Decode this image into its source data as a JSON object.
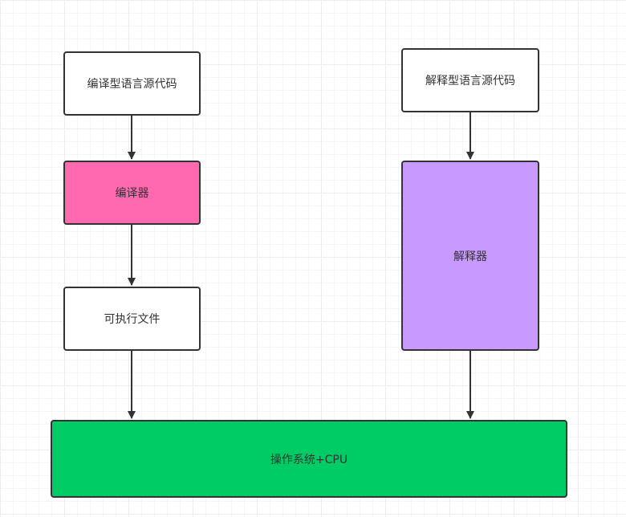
{
  "nodes": {
    "compiled_source": {
      "label": "编译型语言源代码",
      "fill": "#ffffff"
    },
    "compiler": {
      "label": "编译器",
      "fill": "#ff69b0"
    },
    "executable": {
      "label": "可执行文件",
      "fill": "#ffffff"
    },
    "interpreted_source": {
      "label": "解释型语言源代码",
      "fill": "#ffffff"
    },
    "interpreter": {
      "label": "解释器",
      "fill": "#c899ff"
    },
    "os_cpu": {
      "label": "操作系统+CPU",
      "fill": "#00cc66"
    }
  },
  "edges": [
    {
      "from": "compiled_source",
      "to": "compiler"
    },
    {
      "from": "compiler",
      "to": "executable"
    },
    {
      "from": "executable",
      "to": "os_cpu"
    },
    {
      "from": "interpreted_source",
      "to": "interpreter"
    },
    {
      "from": "interpreter",
      "to": "os_cpu"
    }
  ],
  "colors": {
    "stroke": "#333333",
    "grid": "#ececec"
  }
}
